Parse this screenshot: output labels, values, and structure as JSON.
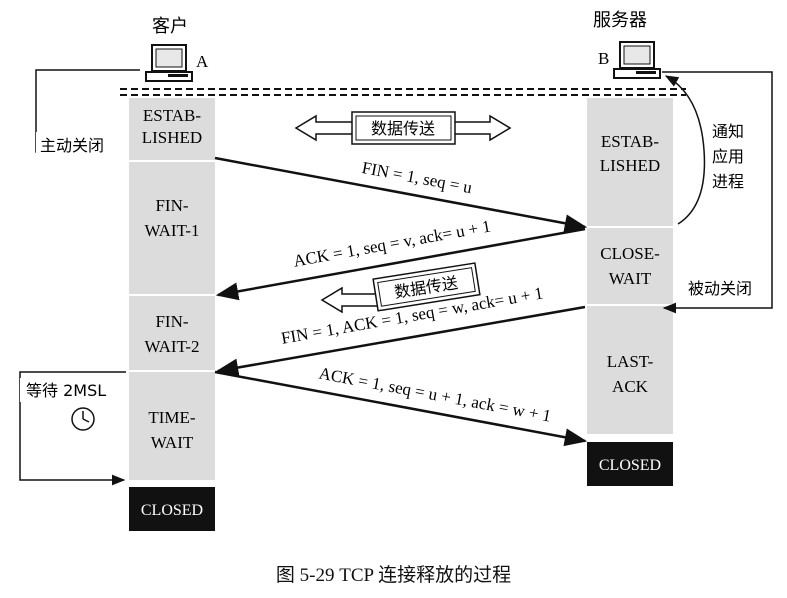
{
  "client": {
    "title": "客户",
    "host": "A"
  },
  "server": {
    "title": "服务器",
    "host": "B"
  },
  "client_states": {
    "established_1": "ESTAB-",
    "established_2": "LISHED",
    "fin_wait_1_a": "FIN-",
    "fin_wait_1_b": "WAIT-1",
    "fin_wait_2_a": "FIN-",
    "fin_wait_2_b": "WAIT-2",
    "time_wait_a": "TIME-",
    "time_wait_b": "WAIT",
    "closed": "CLOSED"
  },
  "server_states": {
    "established_1": "ESTAB-",
    "established_2": "LISHED",
    "close_wait_a": "CLOSE-",
    "close_wait_b": "WAIT",
    "last_ack_a": "LAST-",
    "last_ack_b": "ACK",
    "closed": "CLOSED"
  },
  "side_labels": {
    "active_close": "主动关闭",
    "passive_close": "被动关闭",
    "notify_1": "通知",
    "notify_2": "应用",
    "notify_3": "进程",
    "wait_2msl": "等待 2MSL"
  },
  "data_transfer_labels": {
    "both_ways": "数据传送",
    "one_way": "数据传送"
  },
  "segments": {
    "fin1": "FIN = 1, seq = u",
    "ack1": "ACK = 1, seq = v, ack= u + 1",
    "fin2": "FIN = 1, ACK = 1, seq = w, ack= u + 1",
    "ack2": "ACK = 1, seq = u + 1, ack = w + 1"
  },
  "caption": "图 5-29    TCP 连接释放的过程",
  "colors": {
    "state_fill": "#dcdcdc",
    "closed_fill": "#111111",
    "line": "#111111"
  }
}
